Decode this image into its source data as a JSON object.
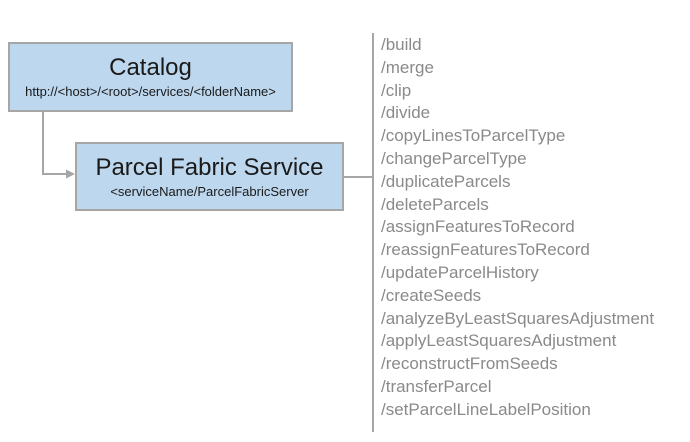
{
  "colors": {
    "box_fill": "#BDD7EE",
    "box_border": "#A6A6A6",
    "connector": "#A6A6A6",
    "endpoint_text": "#8A8A8A",
    "title_text": "#1A1A1A"
  },
  "catalog_box": {
    "title": "Catalog",
    "subtitle": "http://<host>/<root>/services/<folderName>"
  },
  "service_box": {
    "title": "Parcel Fabric Service",
    "subtitle": "<serviceName/ParcelFabricServer"
  },
  "endpoints": [
    "/build",
    "/merge",
    "/clip",
    "/divide",
    "/copyLinesToParcelType",
    "/changeParcelType",
    "/duplicateParcels",
    "/deleteParcels",
    "/assignFeaturesToRecord",
    "/reassignFeaturesToRecord",
    "/updateParcelHistory",
    "/createSeeds",
    "/analyzeByLeastSquaresAdjustment",
    "/applyLeastSquaresAdjustment",
    "/reconstructFromSeeds",
    "/transferParcel",
    "/setParcelLineLabelPosition"
  ]
}
